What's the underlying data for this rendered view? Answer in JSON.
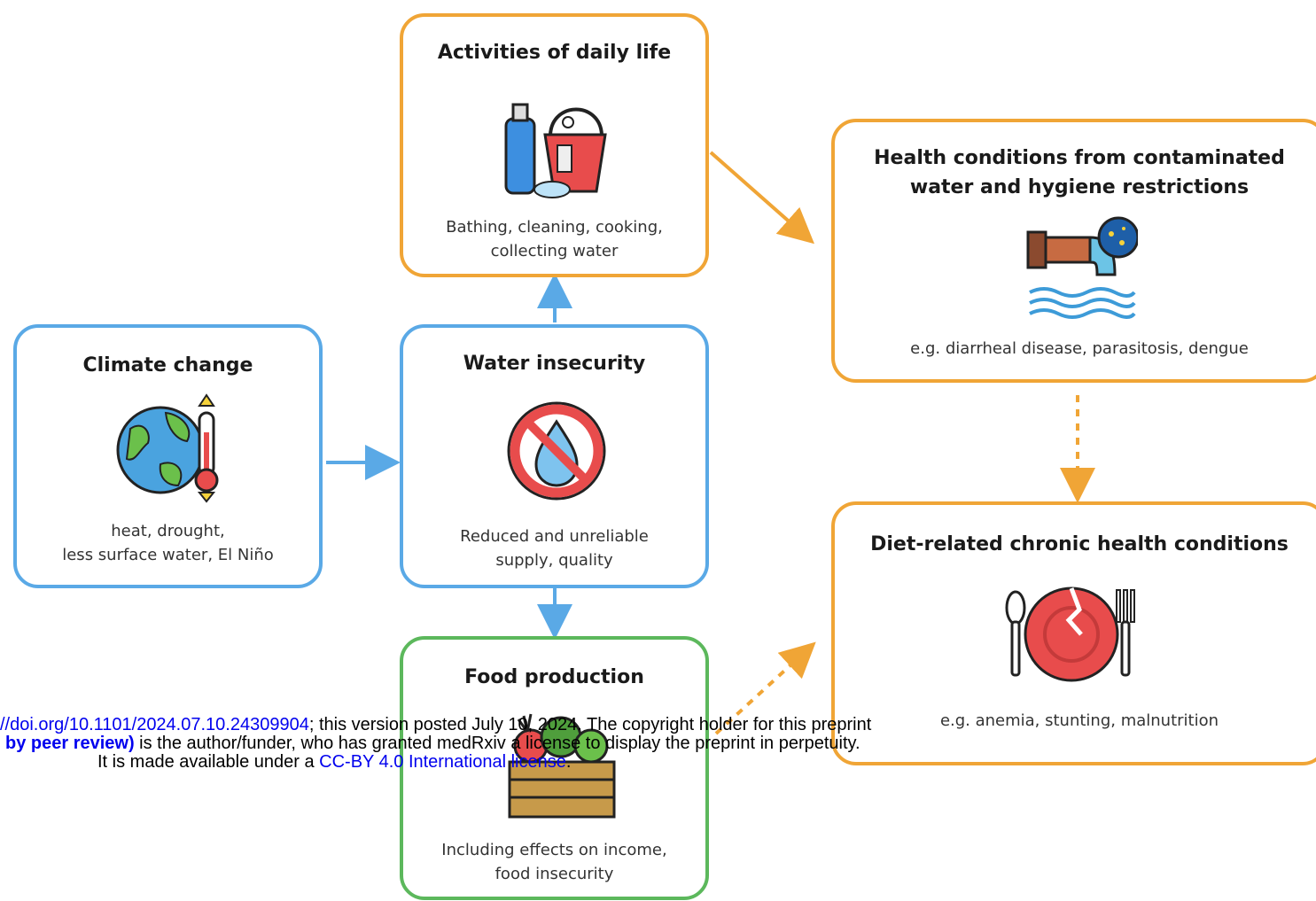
{
  "boxes": {
    "daily_life": {
      "title": "Activities of daily life",
      "desc": "Bathing, cleaning, cooking,\ncollecting water"
    },
    "health_water": {
      "title_line1": "Health conditions from contaminated",
      "title_line2": "water and hygiene restrictions",
      "desc": "e.g. diarrheal disease, parasitosis, dengue"
    },
    "climate": {
      "title": "Climate change",
      "desc": "heat, drought,\nless surface water, El Niño"
    },
    "water_insecurity": {
      "title": "Water insecurity",
      "desc": "Reduced and unreliable\nsupply, quality"
    },
    "diet_chronic": {
      "title": "Diet-related chronic health conditions",
      "desc": "e.g. anemia, stunting, malnutrition"
    },
    "food_production": {
      "title": "Food production",
      "desc": "Including effects on income,\nfood insecurity"
    }
  },
  "icons": {
    "daily_life": "cleaning-supplies-icon",
    "health_water": "contaminated-water-pipe-icon",
    "climate": "globe-thermometer-icon",
    "water_insecurity": "no-water-drop-icon",
    "diet_chronic": "broken-plate-cutlery-icon",
    "food_production": "produce-crate-icon"
  },
  "colors": {
    "blue": "#5aa9e6",
    "orange": "#f0a536",
    "green": "#5cb85c"
  },
  "watermark": {
    "line1_link": "//doi.org/10.1101/2024.07.10.24309904",
    "line1_rest": "; this version posted July 10, 2024. The copyright holder for this preprint",
    "line2_bold": "by peer review)",
    "line2_rest": " is the author/funder, who has granted medRxiv a license to display the preprint in perpetuity.",
    "line3_pre": "It is made available under a ",
    "line3_link": "CC-BY 4.0 International license",
    "line3_post": "."
  }
}
